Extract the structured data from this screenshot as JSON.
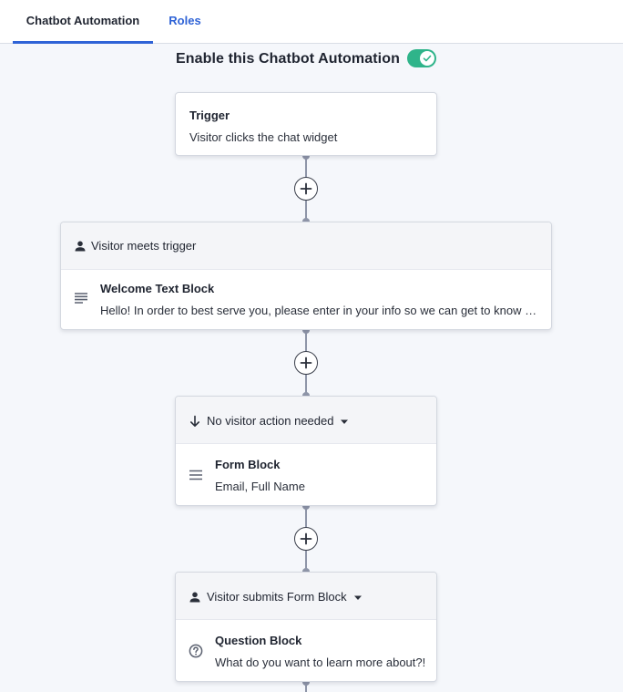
{
  "tabs": [
    {
      "label": "Chatbot Automation",
      "active": true
    },
    {
      "label": "Roles",
      "active": false
    }
  ],
  "enable": {
    "label": "Enable this Chatbot Automation",
    "enabled": true
  },
  "colors": {
    "accent": "#2f63d6",
    "toggle_on": "#2fb48a",
    "connector": "#8e95a8"
  },
  "trigger": {
    "title": "Trigger",
    "text": "Visitor clicks the chat widget"
  },
  "steps": [
    {
      "header_icon": "person-icon",
      "header": "Visitor meets trigger",
      "has_dropdown": false,
      "block_icon": "text-lines-icon",
      "title": "Welcome Text Block",
      "text": "Hello! In order to best serve you, please enter in your info so we can get to know one another"
    },
    {
      "header_icon": "arrow-down-icon",
      "header": "No visitor action needed",
      "has_dropdown": true,
      "block_icon": "form-lines-icon",
      "title": "Form Block",
      "text": "Email, Full Name"
    },
    {
      "header_icon": "person-icon",
      "header": "Visitor submits Form Block",
      "has_dropdown": true,
      "block_icon": "question-circle-icon",
      "title": "Question Block",
      "text": "What do you want to learn more about?!"
    }
  ]
}
